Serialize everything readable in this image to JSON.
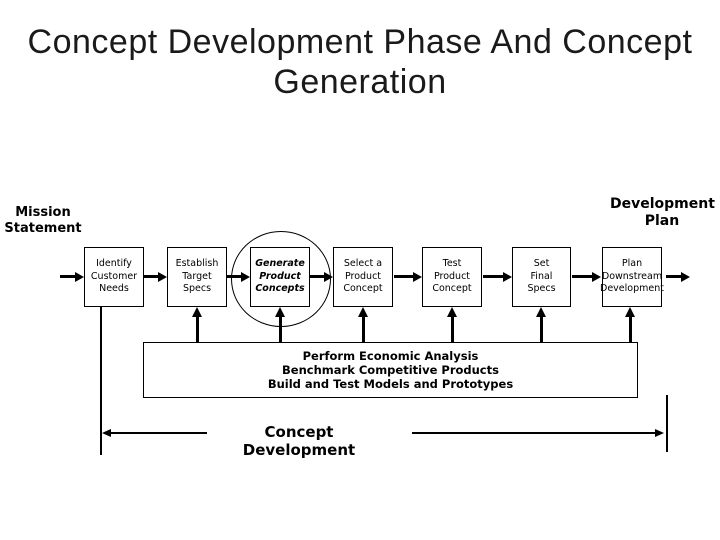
{
  "title": {
    "line1": "Concept Development Phase And Concept",
    "line2": "Generation"
  },
  "labels": {
    "mission_statement": "Mission\nStatement",
    "development_plan": "Development\nPlan",
    "concept_development": "Concept Development"
  },
  "flow": {
    "boxes": [
      {
        "id": "identify-customer-needs",
        "label": "Identify\nCustomer\nNeeds"
      },
      {
        "id": "establish-target-specs",
        "label": "Establish\nTarget\nSpecs"
      },
      {
        "id": "generate-product-concepts",
        "label": "Generate\nProduct\nConcepts",
        "emphasized": true,
        "circled": true
      },
      {
        "id": "select-a-product-concept",
        "label": "Select a\nProduct\nConcept"
      },
      {
        "id": "test-product-concept",
        "label": "Test\nProduct\nConcept"
      },
      {
        "id": "set-final-specs",
        "label": "Set\nFinal\nSpecs"
      },
      {
        "id": "plan-downstream-development",
        "label": "Plan\nDownstream\nDevelopment"
      }
    ],
    "support_box": "Perform Economic Analysis\nBenchmark Competitive Products\nBuild and Test Models and Prototypes"
  },
  "colors": {
    "background": "#ffffff",
    "line": "#000000",
    "title_text": "#1a1a1a"
  }
}
